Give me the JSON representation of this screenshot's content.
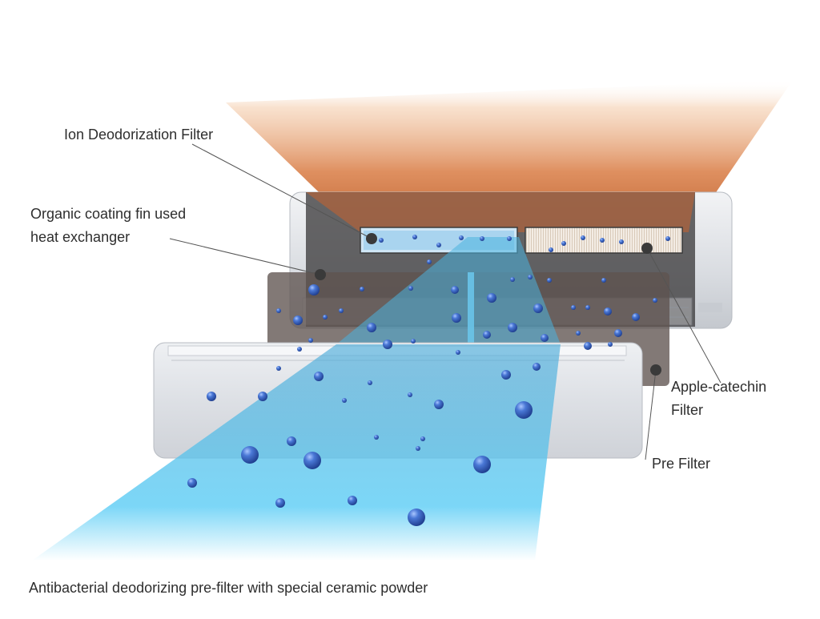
{
  "labels": {
    "ion_filter": "Ion Deodorization Filter",
    "fin_line1": "Organic coating fin used",
    "fin_line2": "heat exchanger",
    "apple_line1": "Apple-catechin",
    "apple_line2": "Filter",
    "pre_filter": "Pre Filter",
    "caption": "Antibacterial deodorizing pre-filter with special ceramic powder"
  },
  "colors": {
    "warm_air": "#c8622e",
    "cool_air": "#5ac8f0",
    "ion_particle": "#2c5bbf",
    "unit_body": "#dcdfe4",
    "pre_filter_panel": "#6a5d58",
    "label_text": "#2e2e2e",
    "marker": "#3a3a3a"
  }
}
